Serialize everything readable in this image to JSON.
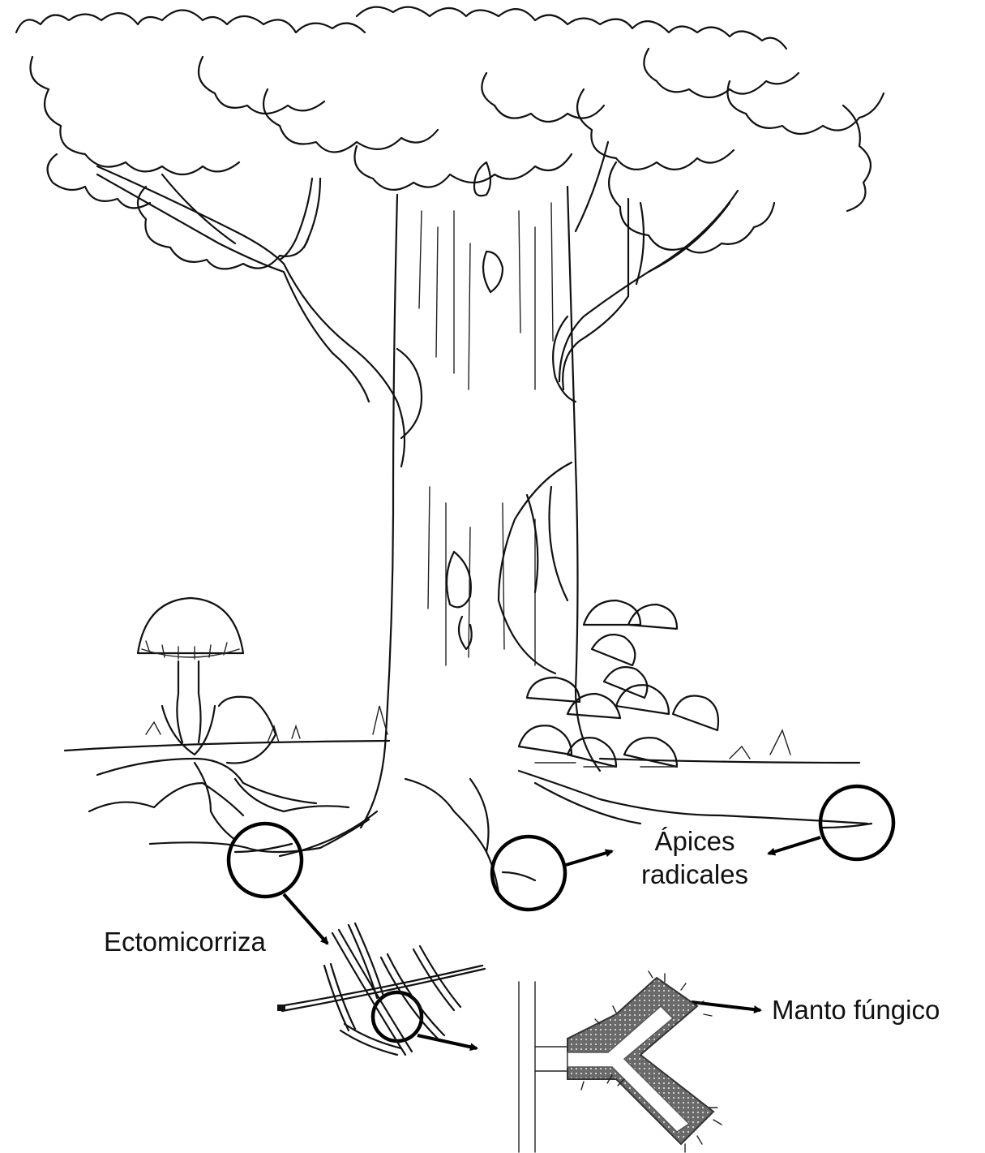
{
  "labels": {
    "apices_line1": "Ápices",
    "apices_line2": "radicales",
    "ectomicorriza": "Ectomicorriza",
    "manto": "Manto fúngico"
  },
  "colors": {
    "ink": "#111111",
    "mantle": "#555555",
    "background": "#ffffff"
  }
}
